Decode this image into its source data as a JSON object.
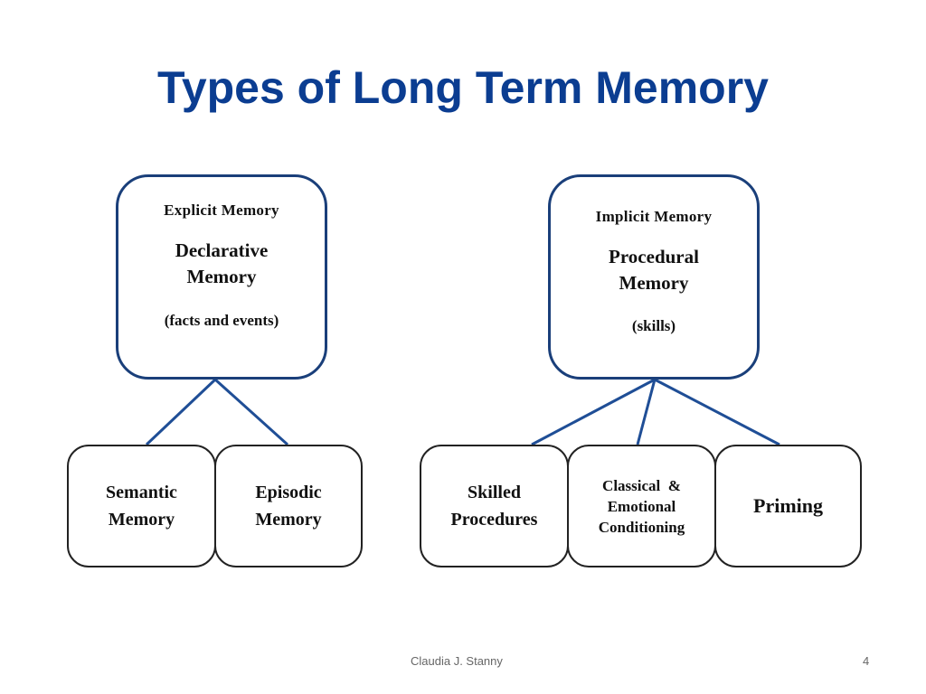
{
  "slide": {
    "title": "Types of Long Term Memory",
    "footer_author": "Claudia J. Stanny",
    "page_number": "4"
  },
  "diagram": {
    "explicit": {
      "heading": "Explicit Memory",
      "type_line1": "Declarative",
      "type_line2": "Memory",
      "note": "(facts and events)",
      "children": [
        {
          "line1": "Semantic",
          "line2": "Memory"
        },
        {
          "line1": "Episodic",
          "line2": "Memory"
        }
      ]
    },
    "implicit": {
      "heading": "Implicit Memory",
      "type_line1": "Procedural",
      "type_line2": "Memory",
      "note": "(skills)",
      "children": [
        {
          "line1": "Skilled",
          "line2": "Procedures"
        },
        {
          "line1": "Classical  &",
          "line2": "Emotional",
          "line3": "Conditioning"
        },
        {
          "line1": "Priming"
        }
      ]
    },
    "colors": {
      "title": "#0b3d91",
      "parent_border": "#1a3f7a",
      "connector": "#1f4e96",
      "child_border": "#222222"
    }
  }
}
